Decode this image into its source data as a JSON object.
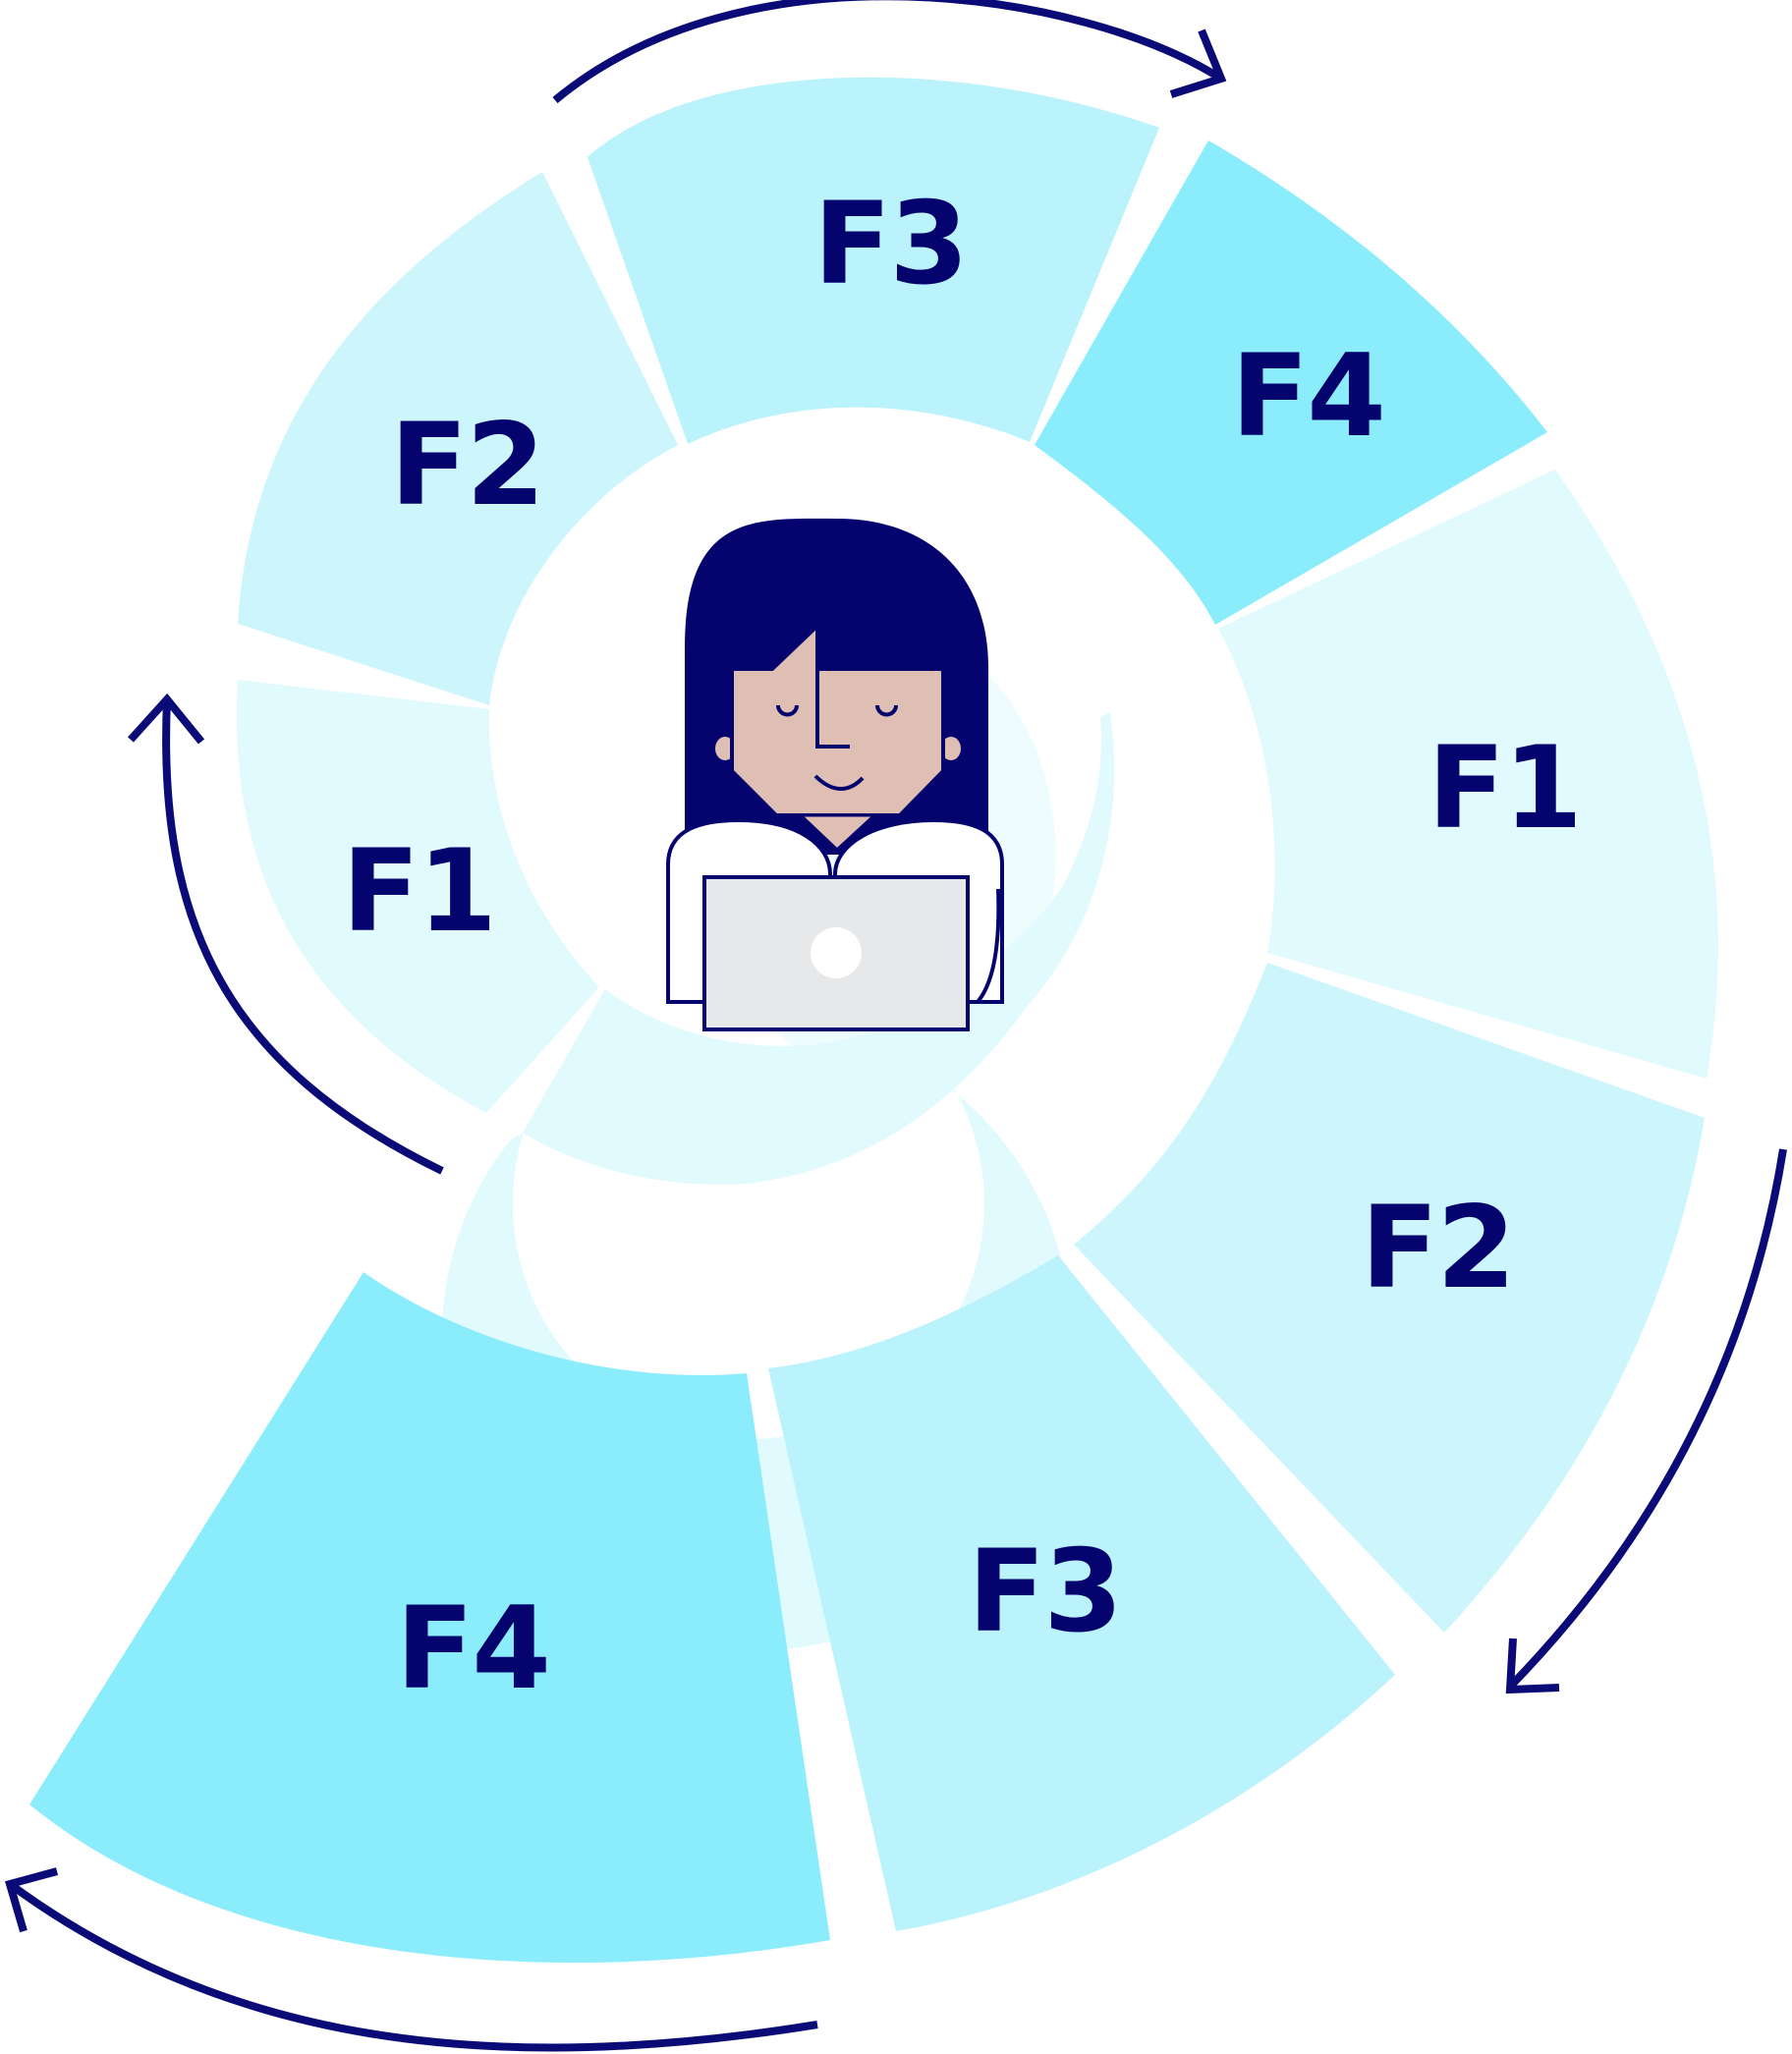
{
  "colors": {
    "ink": "#05046f",
    "seg_f1": "#e0fafd",
    "seg_f2": "#cdf6fc",
    "seg_f3": "#baf3fb",
    "seg_f4": "#8bedfb",
    "skin": "#dfbeb4",
    "laptop": "#e7e8ea"
  },
  "segments": [
    {
      "id": "outer-f1",
      "label": "F1",
      "shade": "seg_f1"
    },
    {
      "id": "outer-f2",
      "label": "F2",
      "shade": "seg_f2"
    },
    {
      "id": "outer-f3",
      "label": "F3",
      "shade": "seg_f3"
    },
    {
      "id": "outer-f4",
      "label": "F4",
      "shade": "seg_f4"
    },
    {
      "id": "left-f1",
      "label": "F1",
      "shade": "seg_f1"
    },
    {
      "id": "left-f2",
      "label": "F2",
      "shade": "seg_f2"
    },
    {
      "id": "top-f3",
      "label": "F3",
      "shade": "seg_f3"
    },
    {
      "id": "top-f4",
      "label": "F4",
      "shade": "seg_f4"
    }
  ],
  "icons": {
    "person": "person-with-laptop-icon",
    "arrows": [
      "cycle-arrow-top",
      "cycle-arrow-right",
      "cycle-arrow-bottom",
      "cycle-arrow-left"
    ]
  }
}
